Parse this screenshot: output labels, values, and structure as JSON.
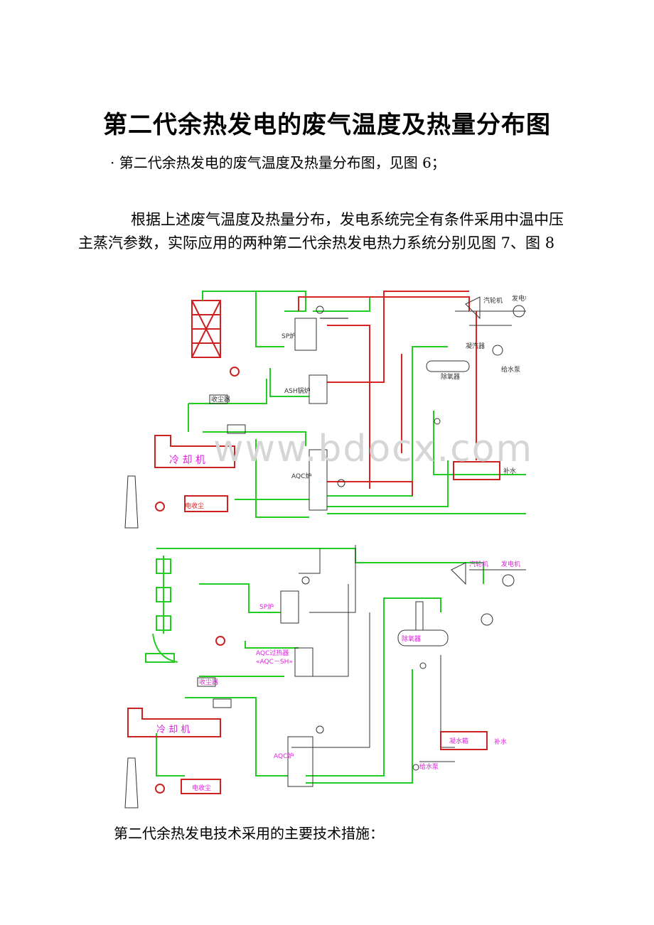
{
  "title": "第二代余热发电的废气温度及热量分布图",
  "bullet": "· 第二代余热发电的废气温度及热量分布图，见图 6；",
  "paragraph": "根据上述废气温度及热量分布，发电系统完全有条件采用中温中压主蒸汽参数，实际应用的两种第二代余热发电热力系统分别见图 7、图 8",
  "watermark": "www.bdocx.com",
  "figure7": {
    "labels": {
      "sp": "SP炉",
      "ash": "ASH锅炉",
      "aqc": "AQC炉",
      "cooler": "冷 却 机",
      "precip": "电收尘",
      "dust": "收尘器",
      "turbine": "汽轮机",
      "generator": "发电机",
      "deaerator": "除氧器",
      "condenser": "凝汽器",
      "tank": "补水",
      "pump": "给水泵"
    }
  },
  "figure8": {
    "labels": {
      "sp": "SP炉",
      "aqc_sh": "AQC过热器",
      "aqc_sh2": "«AQC－SH»",
      "aqc": "AQC炉",
      "cooler": "冷 却 机",
      "precip": "电收尘",
      "turbine": "汽轮机",
      "generator": "发电机",
      "deaerator": "除氧器",
      "tank": "凝水箱",
      "water": "补水",
      "pump": "给水泵",
      "dust": "收尘器"
    }
  },
  "closing": "第二代余热发电技术采用的主要技术措施："
}
